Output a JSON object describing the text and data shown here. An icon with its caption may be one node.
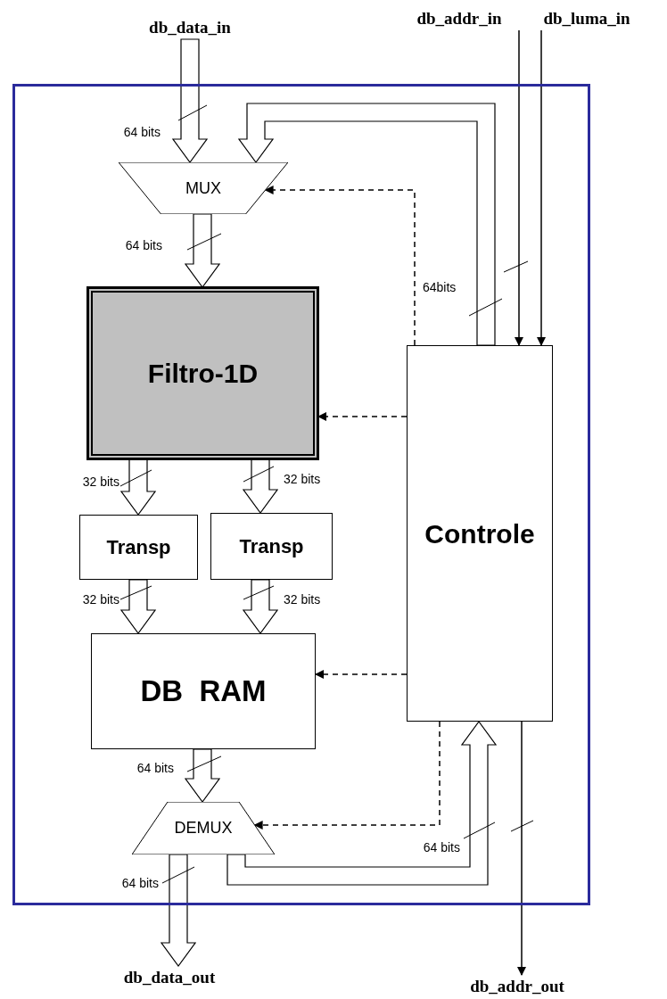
{
  "diagram": {
    "nodes": [
      {
        "text": [],
        "shape": "box"
      },
      {
        "text": [
          "db_data_in"
        ]
      },
      {
        "text": [
          "db_addr_in"
        ]
      },
      {
        "text": [
          "db_luma_in"
        ]
      },
      {
        "text": [
          "MUX"
        ],
        "in": 0
      },
      {
        "text": [
          "Filtro-1D"
        ],
        "in": 0
      },
      {
        "text": [
          "Transp"
        ],
        "in": 0
      },
      {
        "text": [
          "Transp"
        ],
        "in": 0
      },
      {
        "text": [
          "DB  RAM"
        ],
        "in": 0
      },
      {
        "text": [
          "Controle"
        ],
        "in": 0
      },
      {
        "text": [
          "DEMUX"
        ],
        "in": 0
      },
      {
        "text": [
          "db_data_out"
        ]
      },
      {
        "text": [
          "db_addr_out"
        ]
      }
    ],
    "edges": [
      {
        "from": 1,
        "to": 4,
        "arrow": "to",
        "style": "thick",
        "label": "64 bits"
      },
      {
        "from": 9,
        "to": 4,
        "arrow": "to",
        "style": "thick"
      },
      {
        "from": 4,
        "to": 5,
        "arrow": "to",
        "style": "thick",
        "label": "64 bits"
      },
      {
        "from": 9,
        "to": 4,
        "arrow": "to",
        "style": "dashed"
      },
      {
        "from": 2,
        "to": 9,
        "arrow": "to"
      },
      {
        "from": 3,
        "to": 9,
        "arrow": "to"
      },
      {
        "from": 9,
        "to": 5,
        "arrow": "to",
        "style": "dashed"
      },
      {
        "from": 5,
        "to": 6,
        "arrow": "to",
        "style": "thick",
        "label": "32 bits"
      },
      {
        "from": 5,
        "to": 7,
        "arrow": "to",
        "style": "thick",
        "label": "32 bits"
      },
      {
        "from": 6,
        "to": 8,
        "arrow": "to",
        "style": "thick",
        "label": "32 bits"
      },
      {
        "from": 7,
        "to": 8,
        "arrow": "to",
        "style": "thick",
        "label": "32 bits"
      },
      {
        "from": 9,
        "to": 8,
        "arrow": "to",
        "style": "dashed"
      },
      {
        "from": 8,
        "to": 10,
        "arrow": "to",
        "style": "thick",
        "label": "64 bits"
      },
      {
        "from": 9,
        "to": 10,
        "arrow": "to",
        "style": "dashed"
      },
      {
        "from": 10,
        "to": 9,
        "arrow": "to",
        "style": "thick"
      },
      {
        "from": 10,
        "to": 11,
        "arrow": "to",
        "style": "thick",
        "label": "64 bits"
      },
      {
        "from": 9,
        "to": 12,
        "arrow": "to"
      }
    ],
    "labels": [
      "64bits",
      "64 bits"
    ]
  }
}
